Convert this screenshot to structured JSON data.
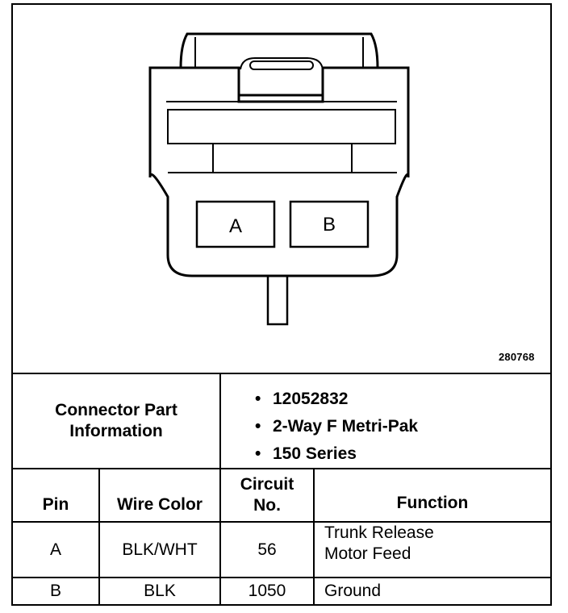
{
  "figure": {
    "pin_a_label": "A",
    "pin_b_label": "B",
    "figure_id": "280768"
  },
  "info": {
    "heading_line1": "Connector Part",
    "heading_line2": "Information",
    "bullet_symbol": "•",
    "items": [
      "12052832",
      "2-Way F Metri-Pak",
      "150 Series"
    ]
  },
  "table": {
    "headers": {
      "pin": "Pin",
      "wire_color": "Wire Color",
      "circuit_line1": "Circuit",
      "circuit_line2": "No.",
      "function": "Function"
    },
    "rows": [
      {
        "pin": "A",
        "wire_color": "BLK/WHT",
        "circuit": "56",
        "function_line1": "Trunk Release",
        "function_line2": "Motor Feed"
      },
      {
        "pin": "B",
        "wire_color": "BLK",
        "circuit": "1050",
        "function_line1": "Ground",
        "function_line2": ""
      }
    ]
  }
}
